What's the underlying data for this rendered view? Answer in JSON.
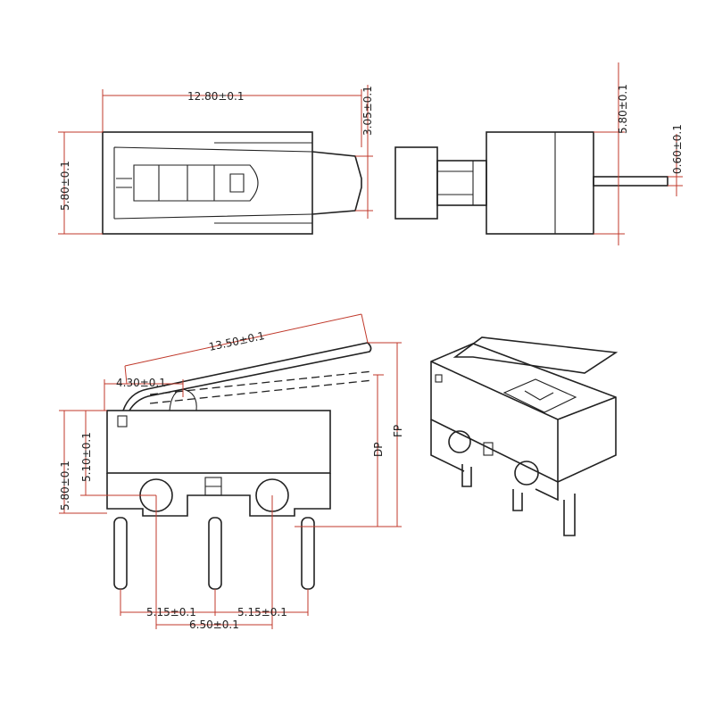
{
  "top_view": {
    "width": "12.80±0.1",
    "height": "5.80±0.1",
    "plunger": "3.05±0.1"
  },
  "end_view": {
    "height": "5.80±0.1",
    "pin": "0.60±0.1"
  },
  "side_view": {
    "lever_length": "13.50±0.1",
    "lever_offset": "4.30±0.1",
    "body_height": "5.80±0.1",
    "hole_height": "5.10±0.1",
    "dp": "DP",
    "fp": "FP",
    "pin_pitch_left": "5.15±0.1",
    "pin_pitch_right": "5.15±0.1",
    "hole_pitch": "6.50±0.1"
  },
  "colors": {
    "dimension": "#c0392b",
    "outline": "#222222"
  }
}
